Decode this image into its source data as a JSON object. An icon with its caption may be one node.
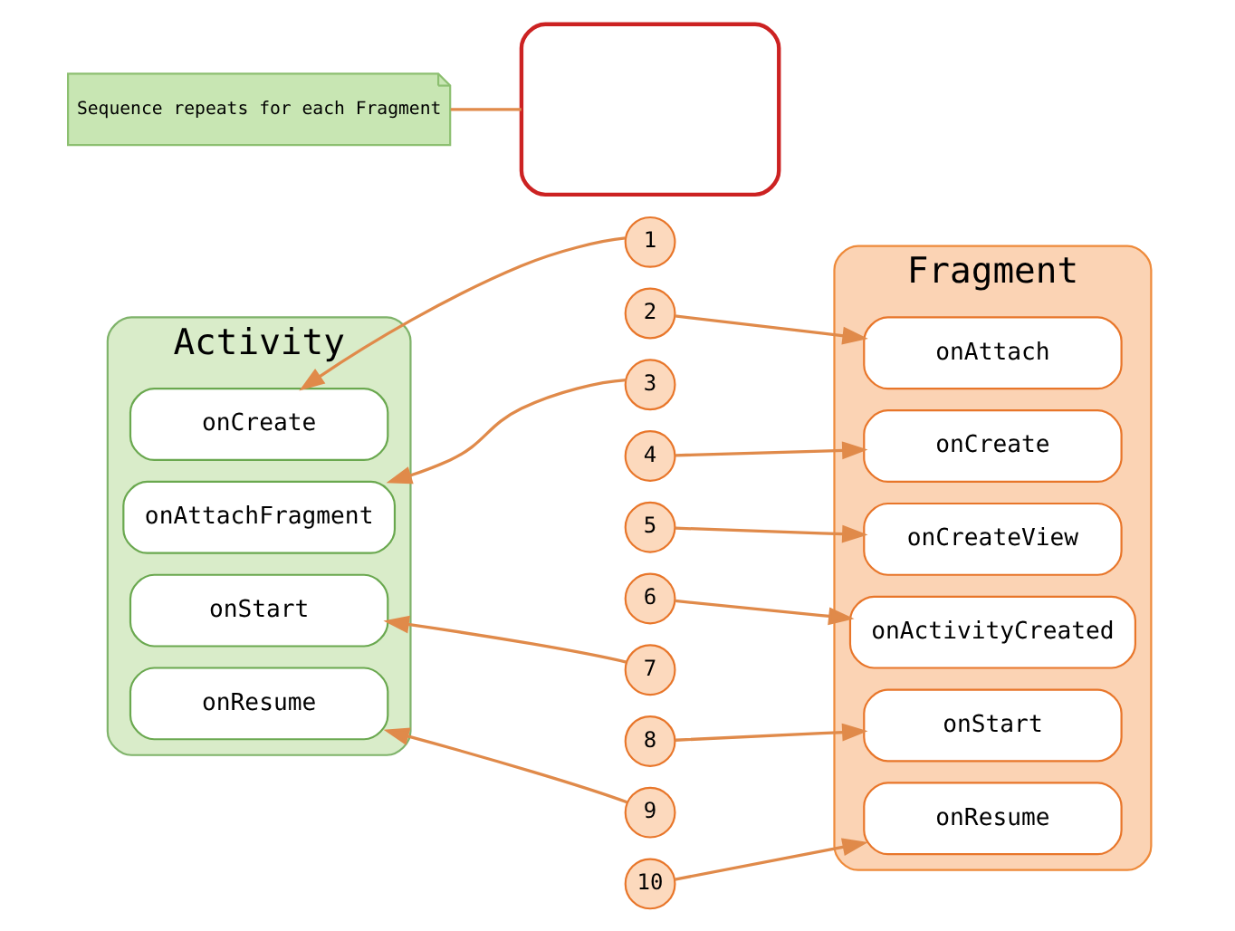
{
  "diagram": {
    "nodes": [
      {
        "text": [
          "Sequence repeats for each Fragment"
        ]
      },
      {
        "text": [
          "Activity"
        ]
      },
      {
        "text": [
          "Fragment"
        ]
      },
      {
        "text": [
          "onCreate"
        ],
        "in": 1
      },
      {
        "text": [
          "onAttachFragment"
        ],
        "in": 1
      },
      {
        "text": [
          "onStart"
        ],
        "in": 1
      },
      {
        "text": [
          "onResume"
        ],
        "in": 1
      },
      {
        "text": [
          "onAttach"
        ],
        "in": 2
      },
      {
        "text": [
          "onCreate"
        ],
        "in": 2
      },
      {
        "text": [
          "onCreateView"
        ],
        "in": 2
      },
      {
        "text": [
          "onActivityCreated"
        ],
        "in": 2
      },
      {
        "text": [
          "onStart"
        ],
        "in": 2
      },
      {
        "text": [
          "onResume"
        ],
        "in": 2
      },
      {
        "text": [
          "1"
        ]
      },
      {
        "text": [
          "2"
        ]
      },
      {
        "text": [
          "3"
        ]
      },
      {
        "text": [
          "4"
        ]
      },
      {
        "text": [
          "5"
        ]
      },
      {
        "text": [
          "6"
        ]
      },
      {
        "text": [
          "7"
        ]
      },
      {
        "text": [
          "8"
        ]
      },
      {
        "text": [
          "9"
        ]
      },
      {
        "text": [
          "10"
        ]
      },
      {
        "text": [],
        "shape": "box"
      }
    ],
    "edges": [
      {
        "from": 13,
        "to": 3,
        "arrow": "to"
      },
      {
        "from": 14,
        "to": 7,
        "arrow": "to"
      },
      {
        "from": 15,
        "to": 4,
        "arrow": "to"
      },
      {
        "from": 16,
        "to": 8,
        "arrow": "to"
      },
      {
        "from": 17,
        "to": 9,
        "arrow": "to"
      },
      {
        "from": 18,
        "to": 10,
        "arrow": "to"
      },
      {
        "from": 19,
        "to": 5,
        "arrow": "to"
      },
      {
        "from": 20,
        "to": 11,
        "arrow": "to"
      },
      {
        "from": 21,
        "to": 6,
        "arrow": "to"
      },
      {
        "from": 22,
        "to": 12,
        "arrow": "to"
      },
      {
        "from": 0,
        "to": 23,
        "arrow": "none"
      }
    ]
  }
}
